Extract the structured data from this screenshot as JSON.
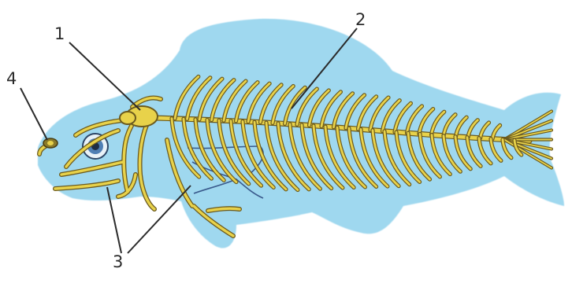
{
  "figure": {
    "labels": [
      {
        "id": "4",
        "text": "4"
      },
      {
        "id": "1",
        "text": "1"
      },
      {
        "id": "2",
        "text": "2"
      },
      {
        "id": "3",
        "text": "3"
      }
    ]
  },
  "colors": {
    "fish_body": "#9fd8ef",
    "nerve_fill": "#e8d24a",
    "nerve_outline": "#6b5a1e",
    "blood_vessel": "#3a5a8c",
    "eye_iris": "#4f7fb4",
    "eye_pupil": "#1e2e44",
    "leader_line": "#2b2b2b"
  }
}
